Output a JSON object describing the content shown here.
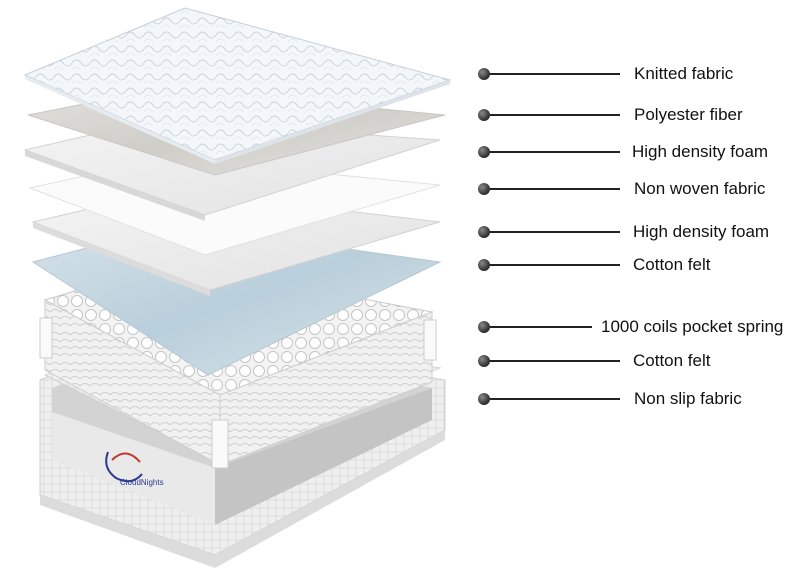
{
  "layers": [
    {
      "label": "Knitted fabric"
    },
    {
      "label": "Polyester fiber"
    },
    {
      "label": "High density foam"
    },
    {
      "label": "Non woven fabric"
    },
    {
      "label": "High density foam"
    },
    {
      "label": "Cotton felt"
    },
    {
      "label": "1000 coils pocket spring"
    },
    {
      "label": "Cotton felt"
    },
    {
      "label": "Non slip fabric"
    }
  ],
  "brand_logo_text": "CloudNights",
  "colors": {
    "leader_line": "#222222",
    "bullet": "#3a3a3a",
    "knitted": "#f2f5f8",
    "polyester": "#d8d8d6",
    "foam": "#eeeeee",
    "cotton_felt": "#c8d9e2",
    "base": "#e6e6e6"
  }
}
